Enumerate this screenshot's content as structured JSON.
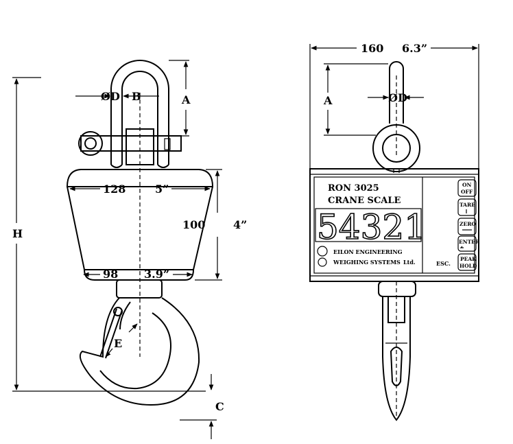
{
  "side_view": {
    "dims": {
      "od": "ØD",
      "b": "B",
      "a": "A",
      "h": "H",
      "e": "E",
      "c": "C",
      "top_width_mm": "128",
      "top_width_in": "5”",
      "height_mm": "100",
      "height_in": "4”",
      "bottom_width_mm": "98",
      "bottom_width_in": "3.9”"
    }
  },
  "front_view": {
    "dims": {
      "width_mm": "160",
      "width_in": "6.3”",
      "a": "A",
      "od": "ØD"
    },
    "panel": {
      "model": "RON  3025",
      "type": "CRANE  SCALE",
      "display": "54321",
      "company_line1": "EILON  ENGINEERING",
      "company_line2": "WEIGHING  SYSTEMS",
      "company_suffix": "Ltd.",
      "esc_label": "ESC."
    },
    "buttons": [
      {
        "line1": "ON",
        "line2": "OFF"
      },
      {
        "line1": "TARE",
        "line2": ""
      },
      {
        "line1": "ZERO",
        "line2": ""
      },
      {
        "line1": "ENTER",
        "line2": ""
      },
      {
        "line1": "PEAK",
        "line2": "HOLD"
      }
    ]
  }
}
